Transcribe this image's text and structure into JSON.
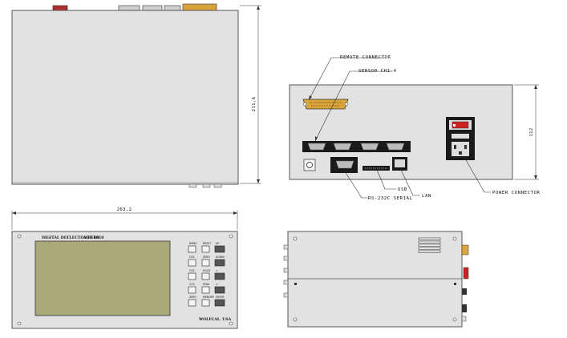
{
  "views": {
    "top": {
      "depth_dimension": "211,6"
    },
    "rear": {
      "height_dimension": "112",
      "callouts": {
        "remote_connector": "REMOTE CONNECTOR",
        "sensor_ch": "SENSOR CH1-4",
        "rs232c": "RS-232C SERIAL",
        "usb": "USB",
        "lan": "LAN",
        "power_connector": "POWER CONNECTOR"
      }
    },
    "front": {
      "width_dimension": "263,2",
      "brand": "DIGITAL DEFLECTOMETER",
      "model": "ACE-4010",
      "company": "WOLFCAL. USA",
      "keypad_labels": [
        "MENU",
        "RESET",
        "UP",
        "CH1",
        "ZERO",
        "DOWN",
        "CH2",
        "HOLD",
        "<",
        "CH3",
        "PEAK",
        ">",
        "ZERO",
        "MEMORY",
        "ENTER"
      ]
    }
  },
  "colors": {
    "panel": "#e2e2e2",
    "panel_edge": "#5a5a5a",
    "lcd": "#a8a878",
    "connector_strip": "#1a1a1a",
    "db25": "#d9a43a",
    "power_switch": "#cc2222",
    "top_connector": "#d9a43a",
    "top_switch": "#b03030"
  }
}
